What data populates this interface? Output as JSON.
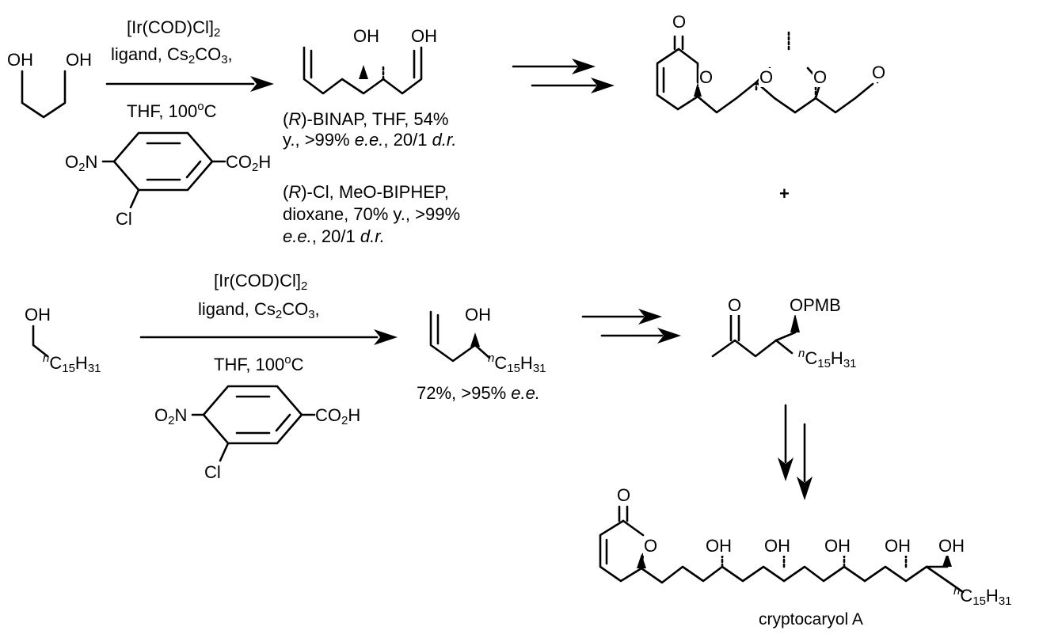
{
  "reaction1": {
    "reagent_line1_main": "[Ir(COD)Cl]",
    "reagent_line1_sub": "2",
    "reagent_line2_a": "ligand, Cs",
    "reagent_line2_sub1": "2",
    "reagent_line2_b": "CO",
    "reagent_line2_sub2": "3",
    "reagent_line2_c": ",",
    "reagent_line3_a": "THF, 100",
    "reagent_line3_sup": "o",
    "reagent_line3_b": "C",
    "condition1_line1_paren_open": "(",
    "condition1_line1_R": "R",
    "condition1_line1_rest": ")-BINAP, THF, 54%",
    "condition1_line2_a": "y., >99% ",
    "condition1_line2_ee": "e.e.",
    "condition1_line2_b": ", 20/1 ",
    "condition1_line2_dr": "d.r.",
    "condition2_line1_paren_open": "(",
    "condition2_line1_R": "R",
    "condition2_line1_rest": ")-Cl, MeO-BIPHEP,",
    "condition2_line2": "dioxane, 70% y., >99%",
    "condition2_line3_ee": "e.e.",
    "condition2_line3_b": ", 20/1 ",
    "condition2_line3_dr": "d.r."
  },
  "reaction2": {
    "reagent_line1_main": "[Ir(COD)Cl]",
    "reagent_line1_sub": "2",
    "reagent_line2_a": "ligand, Cs",
    "reagent_line2_sub1": "2",
    "reagent_line2_b": "CO",
    "reagent_line2_sub2": "3",
    "reagent_line2_c": ",",
    "reagent_line3_a": "THF, 100",
    "reagent_line3_sup": "o",
    "reagent_line3_b": "C",
    "yield_a": "72%, >95% ",
    "yield_ee": "e.e."
  },
  "labels": {
    "OH": "OH",
    "O": "O",
    "OPMB": "OPMB",
    "Cl": "Cl",
    "nitro_O": "O",
    "nitro_sub": "2",
    "nitro_N": "N",
    "acid_CO": "CO",
    "acid_sub": "2",
    "acid_H": "H",
    "n_sup": "n",
    "alkyl_C": "C",
    "alkyl_sub1": "15",
    "alkyl_H": "H",
    "alkyl_sub2": "31",
    "plus": "+",
    "product_name": "cryptocaryol A"
  }
}
